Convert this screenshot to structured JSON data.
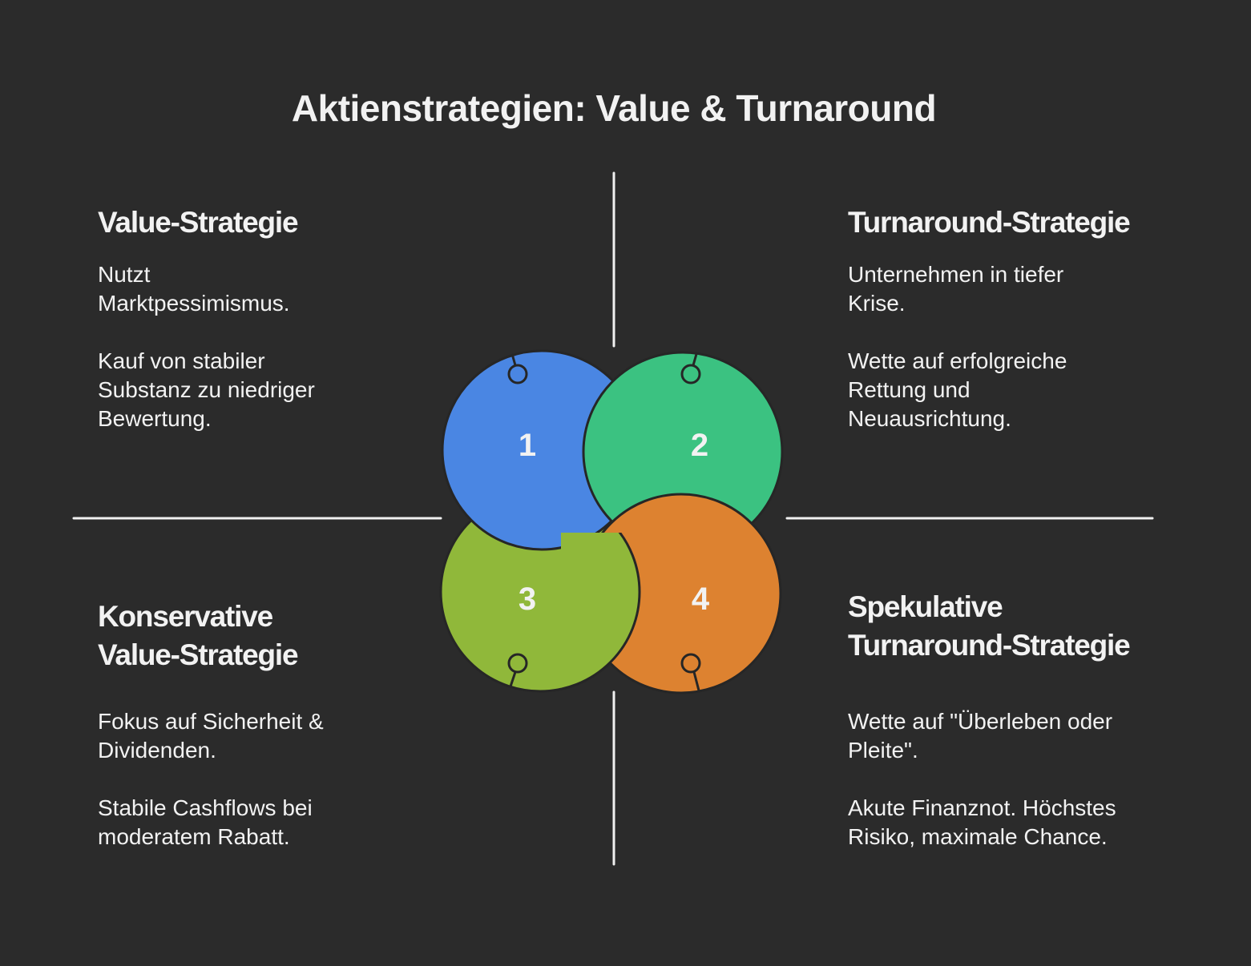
{
  "title": "Aktienstrategien: Value & Turnaround",
  "quadrants": [
    {
      "number": "1",
      "heading": "Value-Strategie",
      "p1": "Nutzt Marktpessimismus.",
      "p2": "Kauf von stabiler Substanz zu niedriger Bewertung.",
      "color": "#4a86e3"
    },
    {
      "number": "2",
      "heading": "Turnaround-Strategie",
      "p1": "Unternehmen in tiefer Krise.",
      "p2": "Wette auf erfolgreiche Rettung und Neuausrichtung.",
      "color": "#3bc281"
    },
    {
      "number": "3",
      "heading": "Konservative Value-Strategie",
      "p1": "Fokus auf Sicherheit & Dividenden.",
      "p2": "Stabile Cashflows bei moderatem Rabatt.",
      "color": "#90b83a"
    },
    {
      "number": "4",
      "heading": "Spekulative Turnaround-Strategie",
      "p1": "Wette auf \"Überleben oder Pleite\".",
      "p2": "Akute Finanznot. Höchstes Risiko, maximale Chance.",
      "color": "#dd8230"
    }
  ]
}
